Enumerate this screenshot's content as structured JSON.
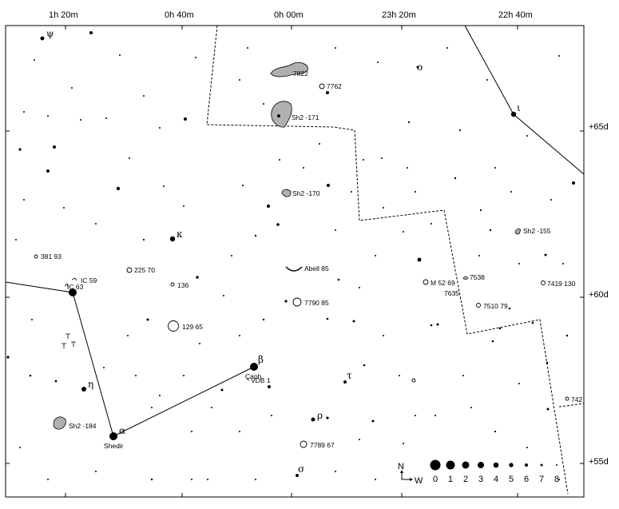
{
  "ra_labels": [
    "1h 20m",
    "0h 40m",
    "0h 00m",
    "23h 20m",
    "22h 40m"
  ],
  "dec_labels": [
    "+65d",
    "+60d",
    "+55d"
  ],
  "star_names": {
    "alpha": "Shedir",
    "beta": "Caph"
  },
  "greek_labels": {
    "psi": "ψ",
    "kappa": "κ",
    "eta": "η",
    "alpha": "α",
    "beta": "β",
    "tau": "τ",
    "rho": "ρ",
    "sigma": "σ",
    "iota": "ι",
    "omicron": "ο"
  },
  "dso_labels": {
    "n7822": "7822",
    "n7762": "7762",
    "sh2_171": "Sh2 -171",
    "sh2_170": "Sh2 -170",
    "sh2_155": "Sh2 -155",
    "abell85": "Abell 85",
    "n7538": "7538",
    "m52": "M 52 69",
    "n7635": "7635",
    "n7419": "7419 130",
    "n7510": "7510 79",
    "n7790": "7790 85",
    "n129": "129 65",
    "n225": "225 70",
    "n136": "136",
    "n381": "381 93",
    "ic59": "IC 59",
    "ic63": "IC 63",
    "vdb1": "VDB 1",
    "sh2_184": "Sh2 -184",
    "n7789": "7789 67",
    "n7423": "742"
  },
  "legend": {
    "north": "N",
    "west": "W",
    "magnitudes": [
      "0",
      "1",
      "2",
      "3",
      "4",
      "5",
      "6",
      "7",
      "8"
    ]
  }
}
